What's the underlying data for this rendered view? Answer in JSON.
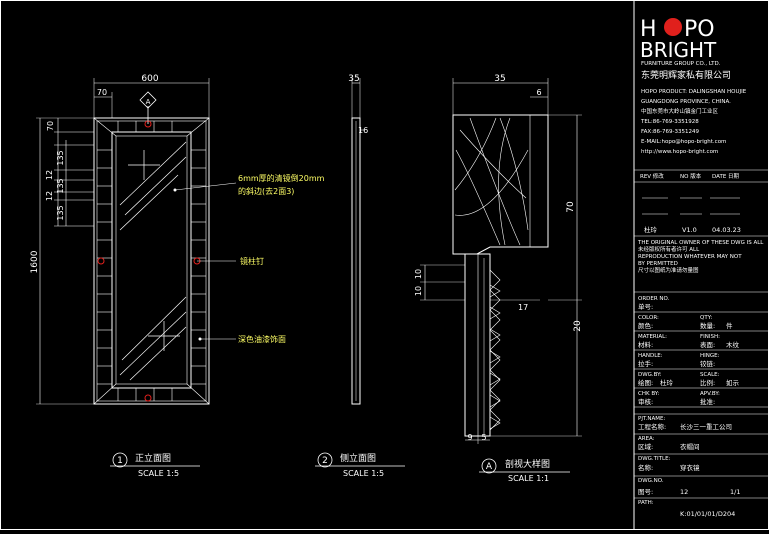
{
  "logo": {
    "brand_top_left": "H",
    "brand_top_right": "PO",
    "brand_bottom": "BRIGHT",
    "group": "FURNITURE GROUP CO., LTD.",
    "company_cn": "东莞明辉家私有限公司",
    "accent_color": "#e0201c"
  },
  "company_info": [
    "HOPO PRODUCT: DALINGSHAN HOUJIE",
    "GUANGDONG PROVINCE, CHINA.",
    "中国东莞市大岭山镇金门工业区",
    "TEL:86-769-3351928",
    "FAX:86-769-3351249",
    "E-MAIL:hopo@hopo-bright.com",
    "http://www.hopo-bright.com"
  ],
  "revision": {
    "headers": [
      "REV 修改",
      "NO 版本",
      "DATE 日期"
    ],
    "row": {
      "designer": "杜玲",
      "version": "V1.0",
      "date": "04.03.23"
    }
  },
  "notice": [
    "THE ORIGINAL OWNER OF THESE DWG IS ALL",
    "未经版权所有者许可 ALL",
    "REPRODUCTION WHATEVER MAY NOT",
    "BY PERMITTED",
    "尺寸以图纸为准请勿量图"
  ],
  "fields": [
    {
      "en": "ORDER NO.",
      "cn": "单号:",
      "value": ""
    },
    {
      "en": "COLOR:",
      "cn": "颜色:",
      "en2": "QTY:",
      "cn2": "数量:",
      "value2": "件"
    },
    {
      "en": "MATERIAL:",
      "cn": "材料:",
      "en2": "FINISH:",
      "cn2": "表面:",
      "value2": "木纹"
    },
    {
      "en": "HANDLE:",
      "cn": "拉手:",
      "en2": "HINGE:",
      "cn2": "铰链:"
    },
    {
      "en": "DWG.BY:",
      "cn": "绘图:",
      "value": "杜玲",
      "en2": "SCALE:",
      "cn2": "比例:",
      "value2": "如示"
    },
    {
      "en": "CHK BY:",
      "cn": "审核:",
      "en2": "APV.BY:",
      "cn2": "批准:"
    }
  ],
  "project": {
    "en": "PJT.NAME:",
    "cn": "工程名称:",
    "value": "长沙三一重工公司"
  },
  "area": {
    "en": "AREA:",
    "cn": "区域:",
    "value": "衣帽间"
  },
  "title_block": {
    "en": "DWG.TITLE:",
    "cn": "名称:",
    "value": "穿衣镜"
  },
  "dwg_no": {
    "en": "DWG.NO.",
    "cn": "图号:",
    "value": "12",
    "sheet": "1/1"
  },
  "path": {
    "en": "PATH:",
    "value": "K:01/01/01/D204"
  },
  "views": [
    {
      "num": "1",
      "title": "正立面图",
      "scale": "SCALE 1:5"
    },
    {
      "num": "2",
      "title": "侧立面图",
      "scale": "SCALE 1:5"
    },
    {
      "num": "A",
      "title": "剖视大样图",
      "scale": "SCALE 1:1"
    }
  ],
  "front_dims": {
    "width": "600",
    "side": "70",
    "height": "1600",
    "top": "70",
    "d1": "135",
    "d2": "12",
    "d3": "135",
    "d4": "12",
    "d5": "135",
    "section_mark": "A"
  },
  "side_dims": {
    "depth": "35",
    "inner": "16"
  },
  "detail_dims": {
    "top": "35",
    "top_right": "6",
    "right": "70",
    "r2": "20",
    "l1": "10",
    "l2": "10",
    "mid": "17",
    "b1": "9",
    "b2": "5"
  },
  "annotations": {
    "mirror": "6mm厚的清镜倒20mm",
    "mirror2": "的斜边(去2面3)",
    "rivet": "镜柱钉",
    "frame": "深色油漆饰面"
  }
}
